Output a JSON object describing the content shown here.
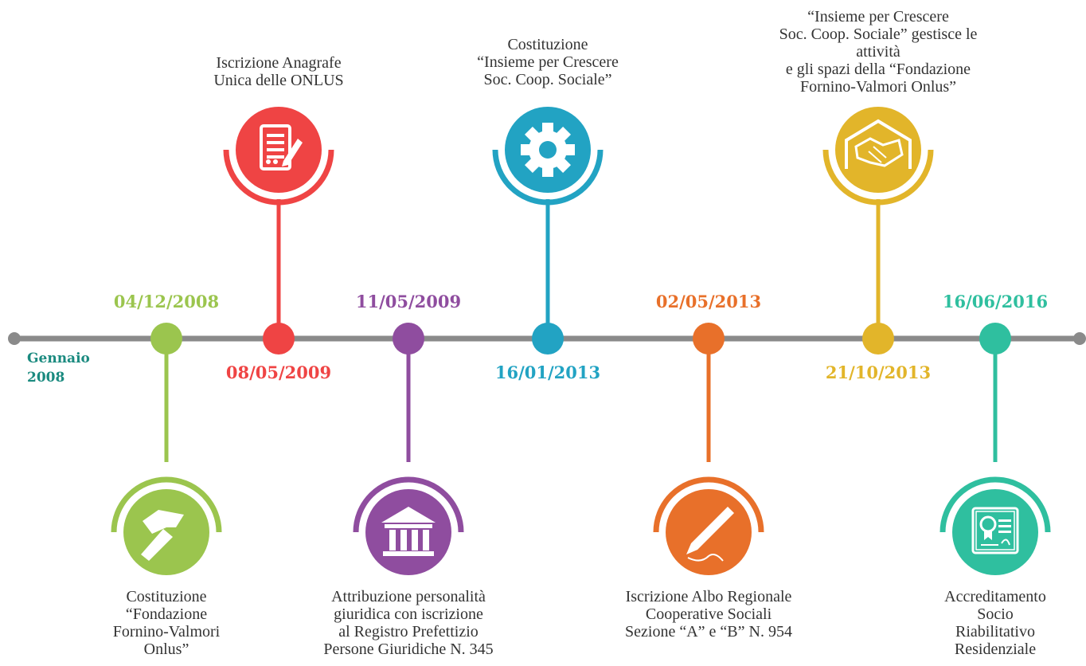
{
  "start_label": "Gennaio\n2008",
  "colors": {
    "axis": "#8a8a8a",
    "green": "#9bc54e",
    "red": "#ef4444",
    "purple": "#8f4d9f",
    "blue": "#22a3c3",
    "orange": "#e8702a",
    "yellow": "#e2b52a",
    "teal": "#2fbf9f"
  },
  "events": [
    {
      "id": "fondazione",
      "date": "04/12/2008",
      "icon": "hammer-icon",
      "color": "#9bc54e",
      "text": "Costituzione\n“Fondazione\nFornino-Valmori\nOnlus”"
    },
    {
      "id": "anagrafe",
      "date": "08/05/2009",
      "icon": "document-edit-icon",
      "color": "#ef4444",
      "text": "Iscrizione Anagrafe\nUnica delle ONLUS"
    },
    {
      "id": "personalita",
      "date": "11/05/2009",
      "icon": "institution-icon",
      "color": "#8f4d9f",
      "text": "Attribuzione personalità\ngiuridica con iscrizione\nal Registro Prefettizio\nPersone Giuridiche N. 345"
    },
    {
      "id": "cooperativa",
      "date": "16/01/2013",
      "icon": "gear-icon",
      "color": "#22a3c3",
      "text": "Costituzione\n“Insieme per Crescere\nSoc. Coop. Sociale”"
    },
    {
      "id": "albo",
      "date": "02/05/2013",
      "icon": "pen-icon",
      "color": "#e8702a",
      "text": "Iscrizione Albo Regionale\nCooperative Sociali\nSezione “A” e “B” N. 954"
    },
    {
      "id": "gestione",
      "date": "21/10/2013",
      "icon": "handshake-icon",
      "color": "#e2b52a",
      "text": "“Insieme per Crescere\nSoc. Coop. Sociale” gestisce le attività\ne gli spazi della “Fondazione\nFornino-Valmori Onlus”"
    },
    {
      "id": "accreditamento",
      "date": "16/06/2016",
      "icon": "certificate-icon",
      "color": "#2fbf9f",
      "text": "Accreditamento\nSocio Riabilitativo\nResidenziale"
    }
  ]
}
